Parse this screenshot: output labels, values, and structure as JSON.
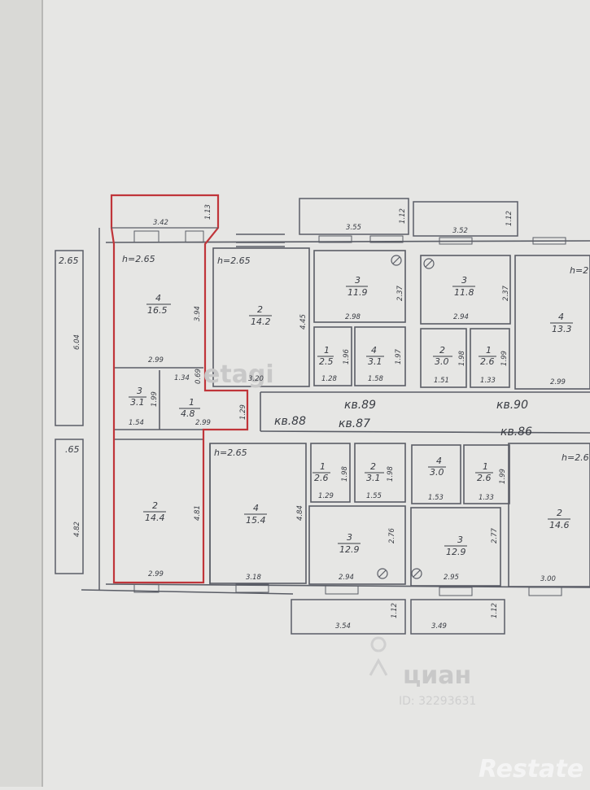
{
  "plan": {
    "heights": {
      "h_left_top": "h=2.65",
      "h_mid_top": "h=2.65",
      "h_left_bot": "h=2.65",
      "h_right_top": "h=2",
      "h_right_bot": "h=2.6",
      "edge_top": "2.65",
      "edge_bot": ".65"
    },
    "balconies": {
      "b1_len": "3.42",
      "b1_w": "1.13",
      "b2_len": "3.55",
      "b2_w": "1.12",
      "b3_len": "3.52",
      "b3_w": "1.12",
      "b4_len": "3.54",
      "b4_w": "1.12",
      "b5_len": "3.49",
      "b5_w": "1.12"
    },
    "rooms": [
      {
        "id": "r_l4",
        "num": "4",
        "area": "16.5",
        "d1": "2.99",
        "d2": "3.94"
      },
      {
        "id": "r_l3",
        "num": "3",
        "area": "3.1",
        "d1": "1.54",
        "d2": "1.99"
      },
      {
        "id": "r_l1",
        "num": "1",
        "area": "4.8",
        "d1": "1.34",
        "d2": "0.69",
        "d3": "2.99",
        "d4": "1.29"
      },
      {
        "id": "r_l2",
        "num": "2",
        "area": "14.4",
        "d1": "2.99",
        "d2": "4.81"
      },
      {
        "id": "r_m2",
        "num": "2",
        "area": "14.2",
        "d1": "3.20",
        "d2": "4.45"
      },
      {
        "id": "r_m3",
        "num": "3",
        "area": "11.9",
        "d1": "2.98",
        "d2": "2.37"
      },
      {
        "id": "r_m1",
        "num": "1",
        "area": "2.5",
        "d1": "1.28",
        "d2": "1.96"
      },
      {
        "id": "r_m4",
        "num": "4",
        "area": "3.1",
        "d1": "1.58",
        "d2": "1.97"
      },
      {
        "id": "r_r3",
        "num": "3",
        "area": "11.8",
        "d1": "2.94",
        "d2": "2.37"
      },
      {
        "id": "r_r2",
        "num": "2",
        "area": "3.0",
        "d1": "1.51",
        "d2": "1.98"
      },
      {
        "id": "r_r1",
        "num": "1",
        "area": "2.6",
        "d1": "1.33",
        "d2": "1.99"
      },
      {
        "id": "r_r4",
        "num": "4",
        "area": "13.3",
        "d1": "2.99"
      },
      {
        "id": "r_b4",
        "num": "4",
        "area": "15.4",
        "d1": "3.18",
        "d2": "4.84"
      },
      {
        "id": "r_b1",
        "num": "1",
        "area": "2.6",
        "d1": "1.29",
        "d2": "1.98"
      },
      {
        "id": "r_b2",
        "num": "2",
        "area": "3.1",
        "d1": "1.55",
        "d2": "1.98"
      },
      {
        "id": "r_b3",
        "num": "3",
        "area": "12.9",
        "d1": "2.94",
        "d2": "2.76"
      },
      {
        "id": "r_c4",
        "num": "4",
        "area": "3.0",
        "d1": "1.53"
      },
      {
        "id": "r_c1",
        "num": "1",
        "area": "2.6",
        "d1": "1.33",
        "d2": "1.99"
      },
      {
        "id": "r_c3",
        "num": "3",
        "area": "12.9",
        "d1": "2.95",
        "d2": "2.77"
      },
      {
        "id": "r_c2",
        "num": "2",
        "area": "14.6",
        "d1": "3.00"
      }
    ],
    "apartments": {
      "a88": "кв.88",
      "a89": "кв.89",
      "a87": "кв.87",
      "a90": "кв.90",
      "a86": "кв.86"
    },
    "edge": {
      "e1": "6.04",
      "e2": "4.82"
    }
  },
  "watermarks": {
    "etagi": "etagi",
    "cian": "циан",
    "cian_id": "ID: 32293631",
    "brand": "Restate"
  },
  "colors": {
    "paper": "#e6e6e4",
    "line": "#5a5d66",
    "highlight": "#c0353a"
  }
}
